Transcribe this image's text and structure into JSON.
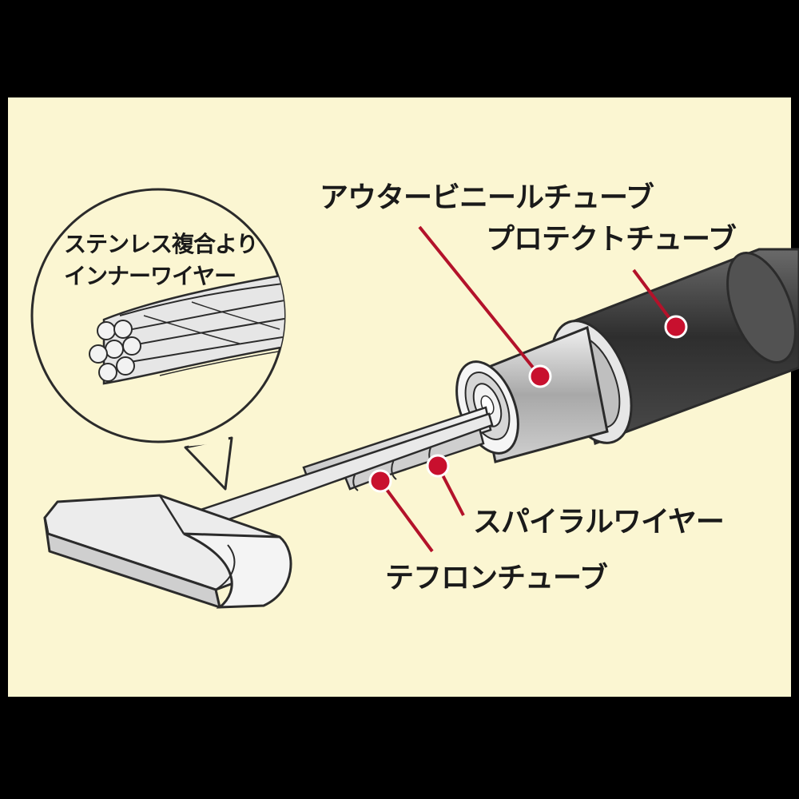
{
  "labels": {
    "outer_vinyl": "アウタービニールチューブ",
    "protect": "プロテクトチューブ",
    "spiral": "スパイラルワイヤー",
    "teflon": "テフロンチューブ",
    "inner_line1": "ステンレス複合より",
    "inner_line2": "インナーワイヤー"
  },
  "colors": {
    "background": "#000000",
    "panel": "#fbf6d2",
    "leader": "#b3122a",
    "outline": "#2b2b2b",
    "dark_tube": "#3c3c3c",
    "light_tube": "#dcdcdc"
  }
}
